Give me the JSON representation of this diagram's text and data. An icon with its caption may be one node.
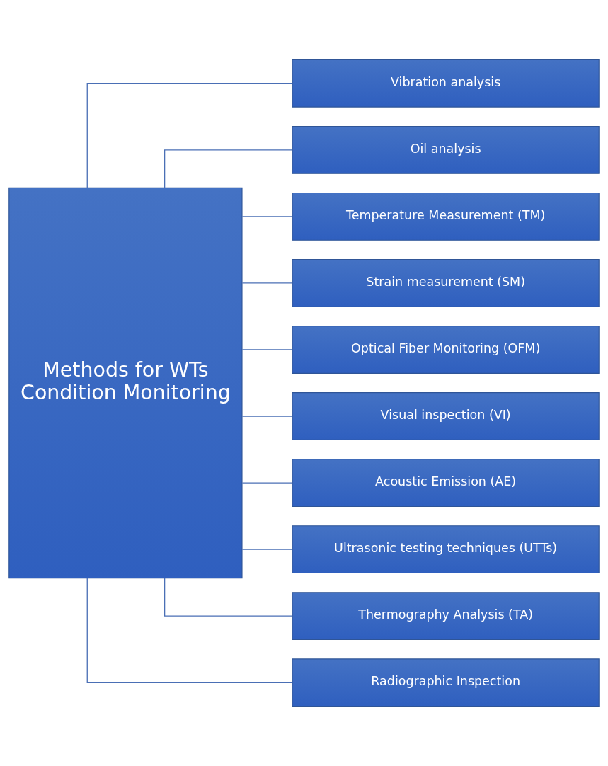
{
  "diagram": {
    "nodes": [
      {
        "text": [
          "Methods for WTs Condition Monitoring"
        ]
      },
      {
        "text": [
          "Vibration analysis"
        ]
      },
      {
        "text": [
          "Oil analysis"
        ]
      },
      {
        "text": [
          "Temperature Measurement (TM)"
        ]
      },
      {
        "text": [
          "Strain measurement (SM)"
        ]
      },
      {
        "text": [
          "Optical Fiber Monitoring (OFM)"
        ]
      },
      {
        "text": [
          "Visual inspection (VI)"
        ]
      },
      {
        "text": [
          "Acoustic Emission (AE)"
        ]
      },
      {
        "text": [
          "Ultrasonic testing techniques (UTTs)"
        ]
      },
      {
        "text": [
          "Thermography Analysis (TA)"
        ]
      },
      {
        "text": [
          "Radiographic Inspection"
        ]
      }
    ],
    "edges": [
      {
        "from": 0,
        "to": 1,
        "arrow": "none"
      },
      {
        "from": 0,
        "to": 2,
        "arrow": "none"
      },
      {
        "from": 0,
        "to": 3,
        "arrow": "none"
      },
      {
        "from": 0,
        "to": 4,
        "arrow": "none"
      },
      {
        "from": 0,
        "to": 5,
        "arrow": "none"
      },
      {
        "from": 0,
        "to": 6,
        "arrow": "none"
      },
      {
        "from": 0,
        "to": 7,
        "arrow": "none"
      },
      {
        "from": 0,
        "to": 8,
        "arrow": "none"
      },
      {
        "from": 0,
        "to": 9,
        "arrow": "none"
      },
      {
        "from": 0,
        "to": 10,
        "arrow": "none"
      }
    ]
  }
}
